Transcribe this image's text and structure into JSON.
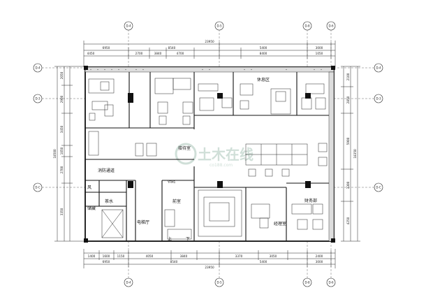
{
  "watermark": {
    "title": "土木在线",
    "subtitle": "co188.com"
  },
  "dimensions_top": {
    "overall": "23950",
    "level1": [
      "6950",
      "8540",
      "5400",
      "3000"
    ],
    "level2": [
      "4450",
      "2700",
      "3840",
      "4700",
      "8400",
      "1050"
    ]
  },
  "dimensions_bottom": {
    "overall": "23950",
    "level1": [
      "6950",
      "8540",
      "5400",
      "3000"
    ],
    "level2": [
      "1400",
      "1600",
      "1150",
      "4050",
      "3840",
      "3370",
      "3050",
      "2400"
    ]
  },
  "dimensions_left": {
    "overall": "18500",
    "segments": [
      "2050",
      "2900",
      "3450",
      "1050",
      "2700",
      "3350"
    ]
  },
  "dimensions_right": {
    "overall": "18350",
    "segments": [
      "2100",
      "2850",
      "5900",
      "3300",
      "4250"
    ]
  },
  "axis_labels": {
    "top": [
      "D-4",
      "D-5",
      "D-8",
      "D-6"
    ],
    "bottom": [
      "D-4",
      "D-5",
      "D-8",
      "D-6"
    ],
    "left": [
      "D-4",
      "D-3",
      "D-C"
    ],
    "right": [
      "D-4",
      "D-3",
      "D-C"
    ]
  },
  "rooms": {
    "vestibule": "消防通道",
    "reception": "接待室",
    "elevator_hall": "电梯厅",
    "front_room": "前室",
    "storage": "储藏",
    "tea": "茶水",
    "finance": "财务部",
    "lounge": "休息区",
    "manager": "经理室",
    "yfm": "YFM1",
    "up_down": [
      "上",
      "下"
    ],
    "fire": "风"
  }
}
